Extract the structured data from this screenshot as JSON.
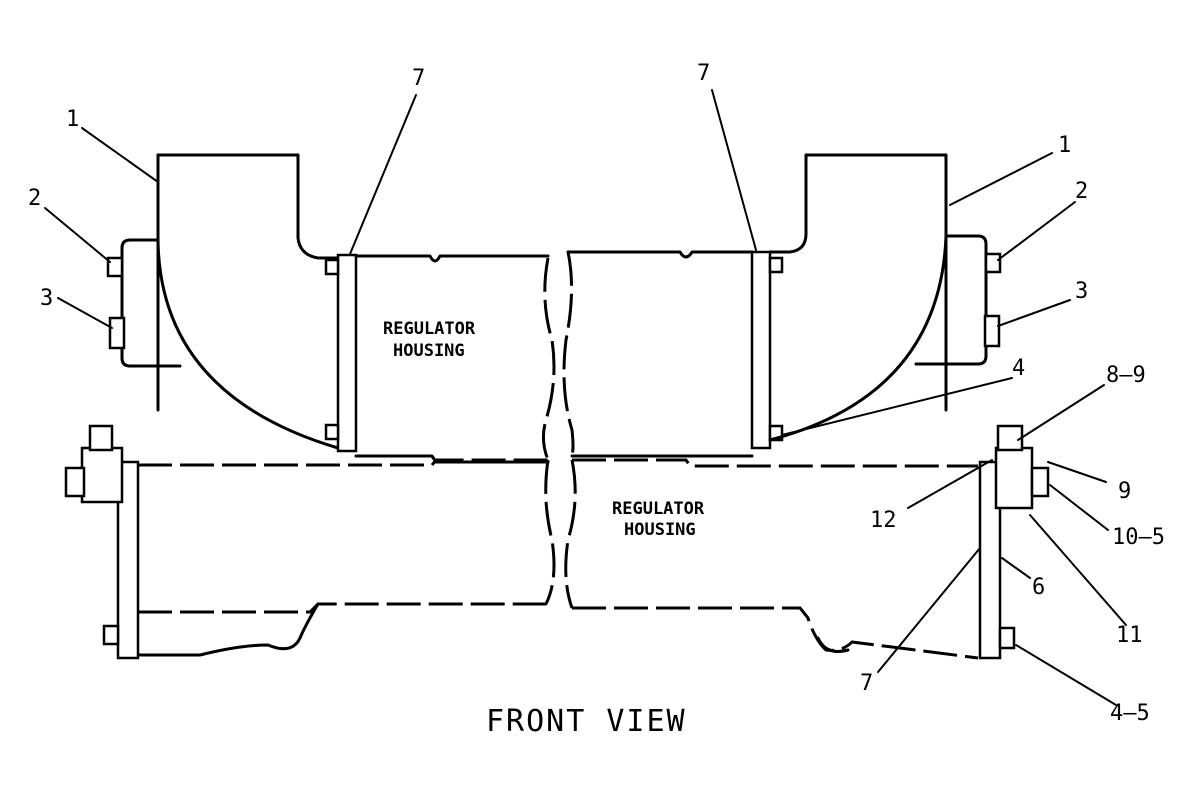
{
  "view_title": "FRONT VIEW",
  "housing_label_upper": [
    "REGULATOR",
    "HOUSING"
  ],
  "housing_label_lower": [
    "REGULATOR",
    "HOUSING"
  ],
  "callouts": {
    "left_elbow": "1",
    "left_bolt_upper": "2",
    "left_clamp": "3",
    "left_gasket": "7",
    "right_gasket": "7",
    "right_elbow": "1",
    "right_bolt_upper": "2",
    "right_clamp": "3",
    "right_bolt_lower": "4",
    "bracket_bolt_top": "8–9",
    "bracket_washer": "9",
    "bracket_nut": "10–5",
    "bracket_spacer": "12",
    "bracket_plate": "6",
    "bracket_block": "11",
    "bracket_gasket": "7",
    "bracket_bolt_lower": "4–5"
  }
}
